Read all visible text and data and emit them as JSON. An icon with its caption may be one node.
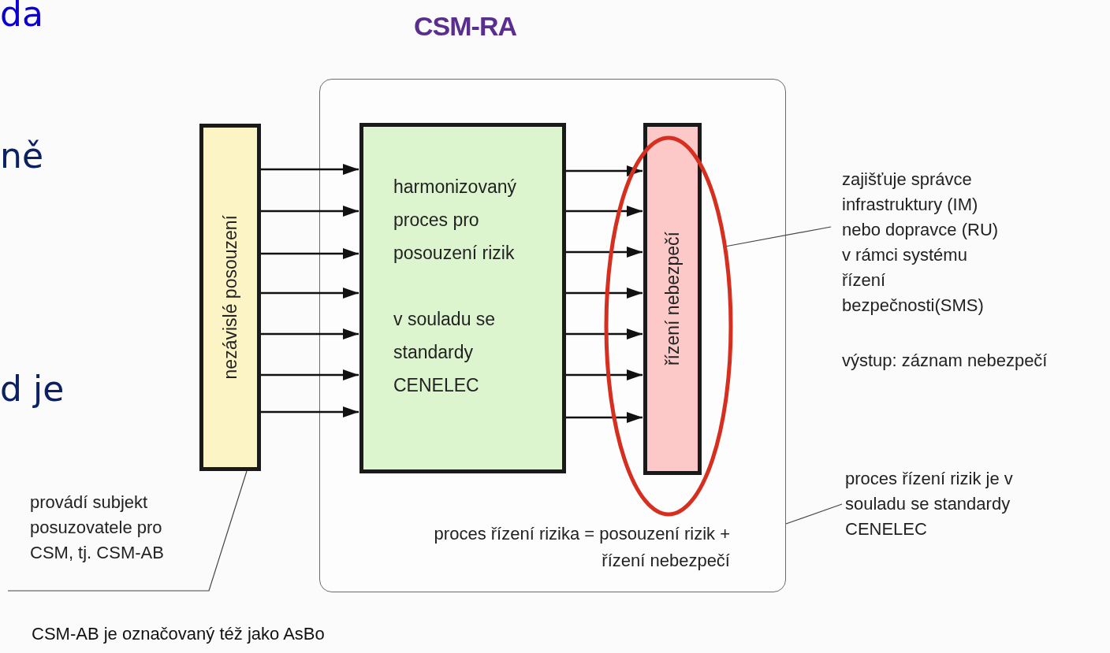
{
  "diagram": {
    "title": "CSM-RA",
    "nodes": [
      {
        "text": [
          "proces řízení rizika = posouzení rizik + řízení nebezpečí"
        ]
      },
      {
        "text": [
          "nezávislé posouzení"
        ]
      },
      {
        "text": [
          "harmonizovaný proces pro posouzení rizik",
          "v souladu se standardy CENELEC"
        ],
        "in": 0
      },
      {
        "text": [
          "řízení nebezpečí"
        ],
        "in": 0
      },
      {
        "text": [
          "zajišťuje správce infrastruktury (IM) nebo dopravce (RU) v rámci systému řízení bezpečnosti(SMS)",
          "výstup: záznam nebezpečí"
        ]
      },
      {
        "text": [
          "proces řízení rizik je v souladu se standardy CENELEC"
        ]
      },
      {
        "text": [
          "provádí subjekt posuzovatele pro CSM, tj. CSM-AB"
        ]
      }
    ],
    "edges": [
      {
        "from": 1,
        "to": 2,
        "arrow": "to"
      },
      {
        "from": 1,
        "to": 2,
        "arrow": "to"
      },
      {
        "from": 1,
        "to": 2,
        "arrow": "to"
      },
      {
        "from": 1,
        "to": 2,
        "arrow": "to"
      },
      {
        "from": 1,
        "to": 2,
        "arrow": "to"
      },
      {
        "from": 1,
        "to": 2,
        "arrow": "to"
      },
      {
        "from": 1,
        "to": 2,
        "arrow": "to"
      },
      {
        "from": 2,
        "to": 3,
        "arrow": "to"
      },
      {
        "from": 2,
        "to": 3,
        "arrow": "to"
      },
      {
        "from": 2,
        "to": 3,
        "arrow": "to"
      },
      {
        "from": 2,
        "to": 3,
        "arrow": "to"
      },
      {
        "from": 2,
        "to": 3,
        "arrow": "to"
      },
      {
        "from": 2,
        "to": 3,
        "arrow": "to"
      },
      {
        "from": 2,
        "to": 3,
        "arrow": "to"
      },
      {
        "from": 4,
        "to": 3,
        "arrow": "none"
      },
      {
        "from": 5,
        "to": 0,
        "arrow": "none"
      },
      {
        "from": 6,
        "to": 1,
        "arrow": "none"
      }
    ],
    "labels": [
      "da",
      "ně",
      "d je",
      "CSM-AB je označovaný též jako AsBo"
    ]
  }
}
